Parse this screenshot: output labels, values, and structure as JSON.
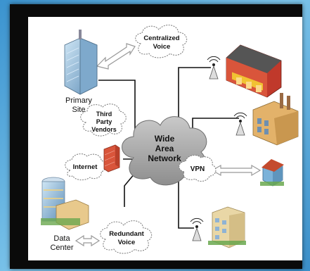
{
  "diagram": {
    "center": [
      "Wide",
      "Area",
      "Network"
    ],
    "primary_site": [
      "Primary",
      "Site"
    ],
    "data_center": [
      "Data",
      "Center"
    ],
    "centralized_voice": [
      "Centralized",
      "Voice"
    ],
    "third_party": [
      "Third",
      "Party",
      "Vendors"
    ],
    "internet": "Internet",
    "vpn": "VPN",
    "redundant_voice": [
      "Redundant",
      "Voice"
    ]
  },
  "colors": {
    "background": "#4aa3d8",
    "frame": "#0a0a0a",
    "cloud": "#a9a9a9",
    "firewall": "#d9553b"
  }
}
